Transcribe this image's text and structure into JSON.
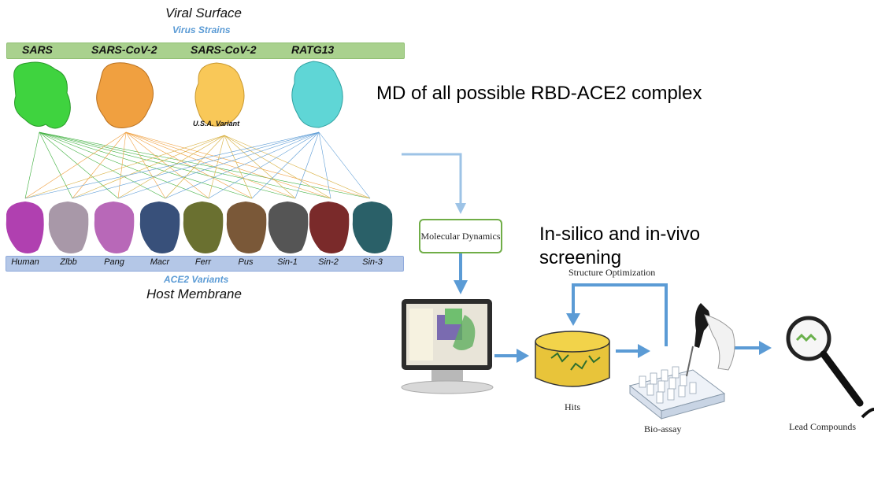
{
  "top": {
    "title": "Viral Surface",
    "subtitle": "Virus Strains",
    "strains": [
      "SARS",
      "SARS-CoV-2",
      "SARS-CoV-2",
      "RATG13"
    ],
    "strain_colors": [
      "#3fd33f",
      "#f0a040",
      "#f9c858",
      "#5fd6d6"
    ],
    "variant_note": "U.S.A. Variant"
  },
  "bottom": {
    "variants": [
      "Human",
      "Zlbb",
      "Pang",
      "Macr",
      "Ferr",
      "Pus",
      "Sin-1",
      "Sin-2",
      "Sin-3"
    ],
    "variant_colors": [
      "#b040b0",
      "#a898a8",
      "#b868b8",
      "#38507a",
      "#6a7030",
      "#7a5838",
      "#555555",
      "#7a2a2a",
      "#2a6068"
    ],
    "label": "ACE2 Variants",
    "membrane": "Host Membrane"
  },
  "workflow": {
    "md_text": "MD of all possible RBD-ACE2 complex",
    "md_box": "Molecular Dynamics",
    "screening_text": "In-silico and in-vivo screening",
    "structure_opt": "Structure Optimization",
    "hits": "Hits",
    "bioassay": "Bio-assay",
    "lead": "Lead Compounds"
  },
  "colors": {
    "arrow": "#5b9bd5",
    "box_border": "#70ad47"
  }
}
